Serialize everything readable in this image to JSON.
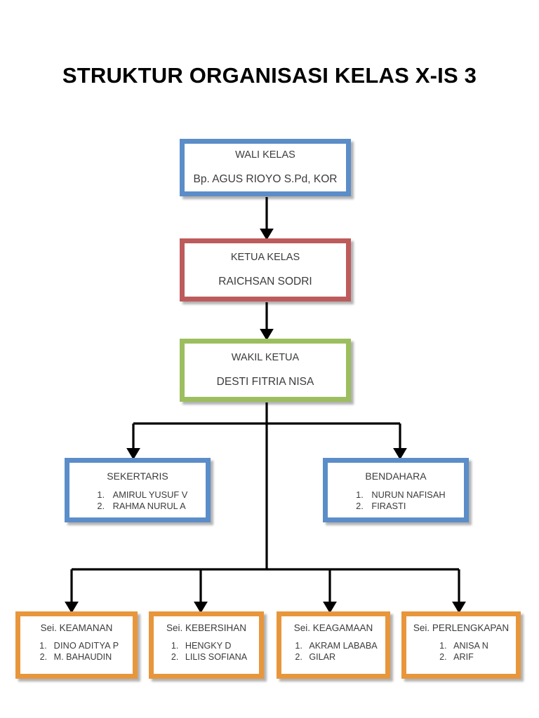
{
  "chart_data": {
    "type": "diagram",
    "diagram_kind": "organizational-chart",
    "title": "STRUKTUR ORGANISASI KELAS X-IS 3",
    "nodes": [
      {
        "id": "wali-kelas",
        "role": "WALI KELAS",
        "person": "Bp. AGUS RIOYO S.Pd, KOR",
        "border_color": "#5B8DC8",
        "level": 0
      },
      {
        "id": "ketua-kelas",
        "role": "KETUA KELAS",
        "person": "RAICHSAN SODRI",
        "border_color": "#BD5B5B",
        "level": 1
      },
      {
        "id": "wakil-ketua",
        "role": "WAKIL KETUA",
        "person": "DESTI FITRIA NISA",
        "border_color": "#9CBE5E",
        "level": 2
      },
      {
        "id": "sekertaris",
        "role": "SEKERTARIS",
        "members": [
          "AMIRUL YUSUF V",
          "RAHMA NURUL A"
        ],
        "border_color": "#5B8DC8",
        "level": 3
      },
      {
        "id": "bendahara",
        "role": "BENDAHARA",
        "members": [
          "NURUN NAFISAH",
          "FIRASTI"
        ],
        "border_color": "#5B8DC8",
        "level": 3
      },
      {
        "id": "sei-keamanan",
        "role": "Sei. KEAMANAN",
        "members": [
          "DINO  ADITYA P",
          "M. BAHAUDIN"
        ],
        "border_color": "#E8963C",
        "level": 4
      },
      {
        "id": "sei-kebersihan",
        "role": "Sei. KEBERSIHAN",
        "members": [
          "HENGKY D",
          "LILIS SOFIANA"
        ],
        "border_color": "#E8963C",
        "level": 4
      },
      {
        "id": "sei-keagamaan",
        "role": "Sei. KEAGAMAAN",
        "members": [
          "AKRAM LABABA",
          "GILAR"
        ],
        "border_color": "#E8963C",
        "level": 4
      },
      {
        "id": "sei-perlengkapan",
        "role": "Sei. PERLENGKAPAN",
        "members": [
          "ANISA N",
          "ARIF"
        ],
        "border_color": "#E8963C",
        "level": 4
      }
    ],
    "edges": [
      {
        "from": "wali-kelas",
        "to": "ketua-kelas"
      },
      {
        "from": "ketua-kelas",
        "to": "wakil-ketua"
      },
      {
        "from": "wakil-ketua",
        "to": "sekertaris"
      },
      {
        "from": "wakil-ketua",
        "to": "bendahara"
      },
      {
        "from": "wakil-ketua",
        "to": "sei-keamanan"
      },
      {
        "from": "wakil-ketua",
        "to": "sei-kebersihan"
      },
      {
        "from": "wakil-ketua",
        "to": "sei-keagamaan"
      },
      {
        "from": "wakil-ketua",
        "to": "sei-perlengkapan"
      }
    ],
    "connector_color": "#000000",
    "background": "#FFFFFF"
  },
  "title": "STRUKTUR ORGANISASI KELAS X-IS 3",
  "wali": {
    "role": "WALI KELAS",
    "person": "Bp. AGUS RIOYO S.Pd, KOR"
  },
  "ketua": {
    "role": "KETUA KELAS",
    "person": "RAICHSAN SODRI"
  },
  "wakil": {
    "role": "WAKIL KETUA",
    "person": "DESTI FITRIA NISA"
  },
  "sekertaris": {
    "role": "SEKERTARIS",
    "members": [
      "AMIRUL YUSUF V",
      "RAHMA NURUL A"
    ]
  },
  "bendahara": {
    "role": "BENDAHARA",
    "members": [
      "NURUN NAFISAH",
      "FIRASTI"
    ]
  },
  "keamanan": {
    "role": "Sei. KEAMANAN",
    "members": [
      "DINO  ADITYA P",
      "M. BAHAUDIN"
    ]
  },
  "kebersihan": {
    "role": "Sei. KEBERSIHAN",
    "members": [
      "HENGKY D",
      "LILIS SOFIANA"
    ]
  },
  "keagamaan": {
    "role": "Sei. KEAGAMAAN",
    "members": [
      "AKRAM LABABA",
      "GILAR"
    ]
  },
  "perlengkapan": {
    "role": "Sei. PERLENGKAPAN",
    "members": [
      "ANISA N",
      "ARIF"
    ]
  }
}
